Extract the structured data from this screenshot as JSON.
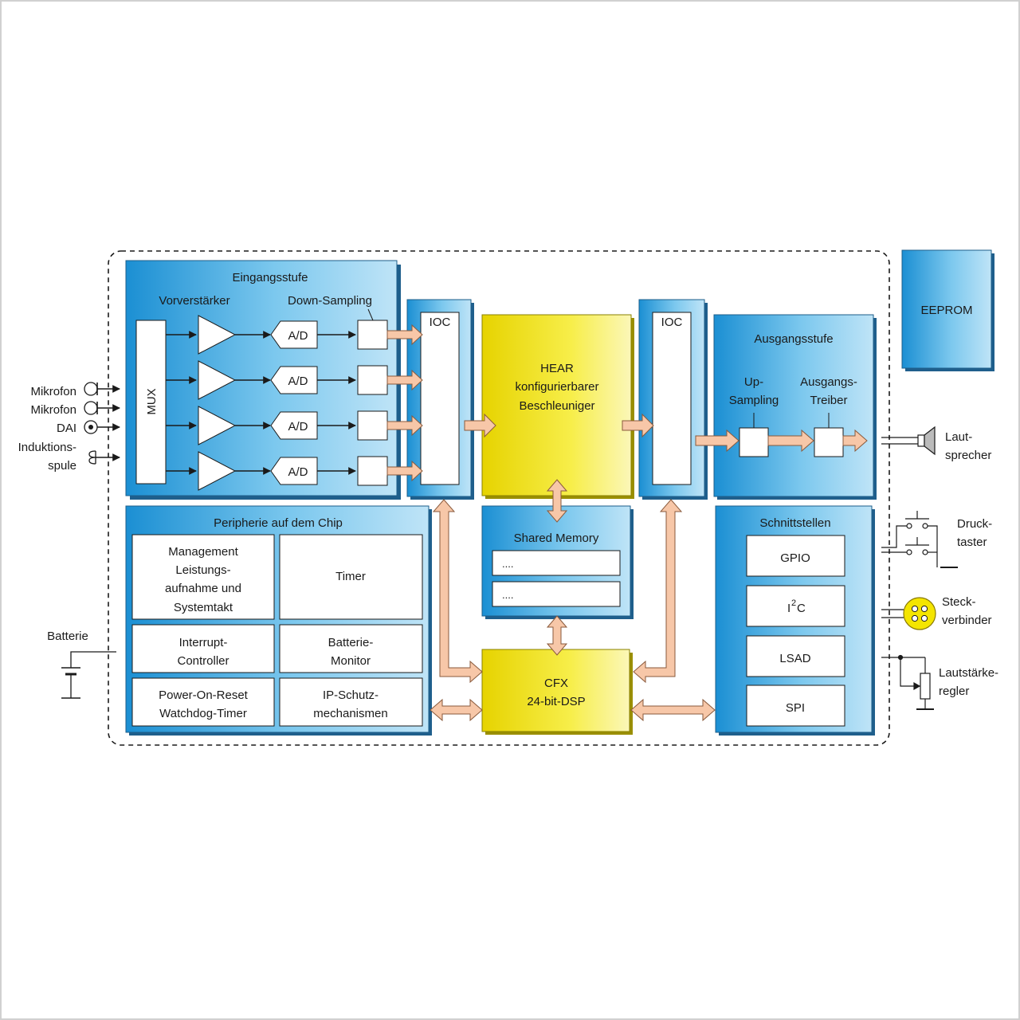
{
  "blocks": {
    "input_stage": {
      "title": "Eingangsstufe",
      "preamp": "Vorverstärker",
      "downsampling": "Down-Sampling",
      "mux": "MUX",
      "adc": "A/D"
    },
    "ioc_in": "IOC",
    "hear": {
      "line1": "HEAR",
      "line2": "konfigurierbarer",
      "line3": "Beschleuniger"
    },
    "ioc_out": "IOC",
    "output_stage": {
      "title": "Ausgangsstufe",
      "upsampling_1": "Up-",
      "upsampling_2": "Sampling",
      "driver_1": "Ausgangs-",
      "driver_2": "Treiber"
    },
    "eeprom": "EEPROM",
    "peripherals": {
      "title": "Peripherie auf dem Chip",
      "management": [
        "Management",
        "Leistungs-",
        "aufnahme und",
        "Systemtakt"
      ],
      "timer": "Timer",
      "interrupt": [
        "Interrupt-",
        "Controller"
      ],
      "battery_monitor": [
        "Batterie-",
        "Monitor"
      ],
      "por": [
        "Power-On-Reset",
        "Watchdog-Timer"
      ],
      "ip": [
        "IP-Schutz-",
        "mechanismen"
      ]
    },
    "shared_memory": {
      "title": "Shared Memory",
      "slot_1": "....",
      "slot_2": "...."
    },
    "cfx": {
      "line1": "CFX",
      "line2": "24-bit-DSP"
    },
    "interfaces": {
      "title": "Schnittstellen",
      "gpio": "GPIO",
      "i2c_base": "I",
      "i2c_sup": "2",
      "i2c_tail": "C",
      "lsad": "LSAD",
      "spi": "SPI"
    }
  },
  "external": {
    "mic1": "Mikrofon",
    "mic2": "Mikrofon",
    "dai": "DAI",
    "coil_1": "Induktions-",
    "coil_2": "spule",
    "battery": "Batterie",
    "speaker_1": "Laut-",
    "speaker_2": "sprecher",
    "button_1": "Druck-",
    "button_2": "taster",
    "connector_1": "Steck-",
    "connector_2": "verbinder",
    "volume_1": "Lautstärke-",
    "volume_2": "regler"
  },
  "colors": {
    "blue_block": "#4fb3e6",
    "yellow_block": "#f2e600",
    "arrow_fill": "#f7c7a8",
    "arrow_stroke": "#8a5a3c"
  }
}
